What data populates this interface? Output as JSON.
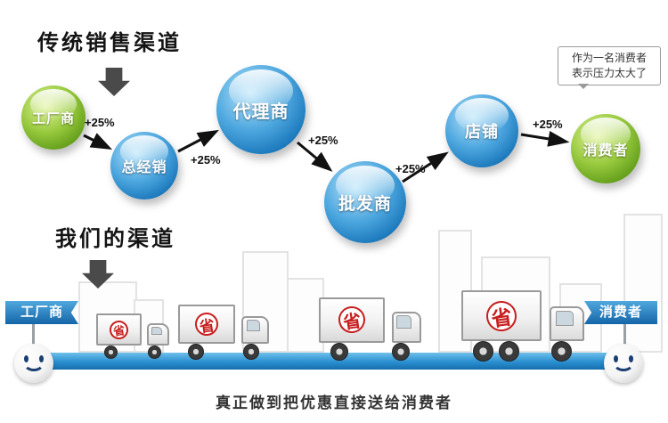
{
  "traditional": {
    "title": "传统销售渠道",
    "increase": "+25%",
    "nodes": [
      {
        "label": "工厂商"
      },
      {
        "label": "总经销"
      },
      {
        "label": "代理商"
      },
      {
        "label": "批发商"
      },
      {
        "label": "店铺"
      },
      {
        "label": "消费者"
      }
    ],
    "bubble_line1": "作为一名消费者",
    "bubble_line2": "表示压力太大了"
  },
  "ours": {
    "title": "我们的渠道",
    "factory_label": "工厂商",
    "consumer_label": "消费者",
    "truck_badge": "省",
    "caption": "真正做到把优惠直接送给消费者"
  },
  "colors": {
    "sphere_blue": "#1173b8",
    "sphere_green": "#5a9a14",
    "bar_blue": "#2a8fd0",
    "badge_red": "#c81e1e"
  }
}
